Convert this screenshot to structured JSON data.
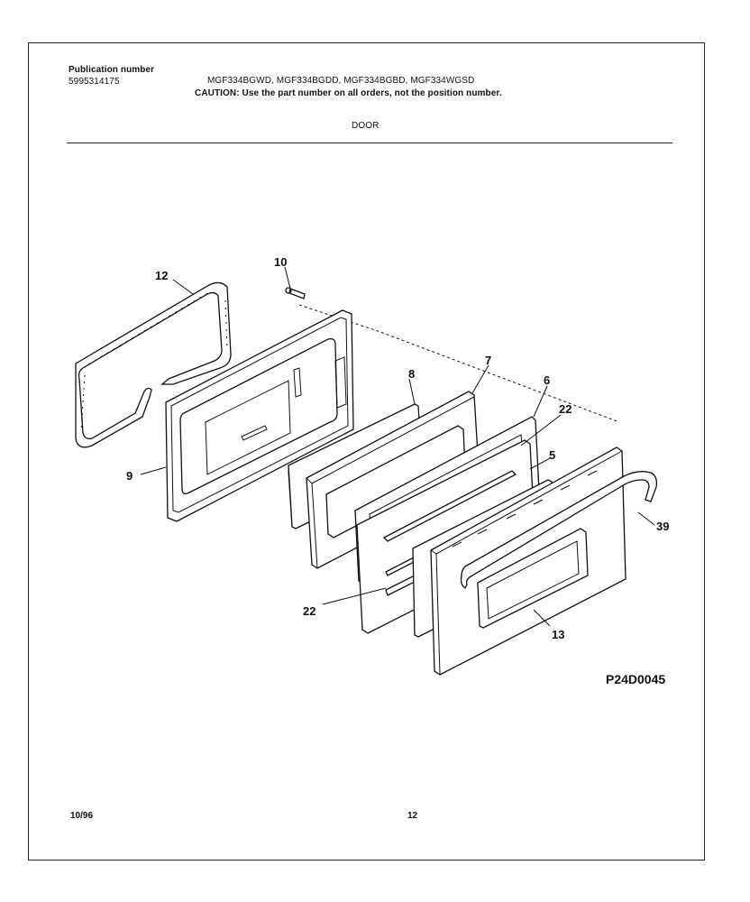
{
  "header": {
    "publication_label": "Publication number",
    "publication_number": "5995314175",
    "models": "MGF334BGWD, MGF334BGDD, MGF334BGBD, MGF334WGSD",
    "caution": "CAUTION:  Use the part number on all orders, not the position number.",
    "section_title": "DOOR"
  },
  "callouts": {
    "c12": "12",
    "c10": "10",
    "c8": "8",
    "c7": "7",
    "c6": "6",
    "c22a": "22",
    "c5": "5",
    "c9": "9",
    "c39": "39",
    "c22b": "22",
    "c13": "13"
  },
  "figure_id": "P24D0045",
  "footer": {
    "date": "10/96",
    "page": "12"
  }
}
